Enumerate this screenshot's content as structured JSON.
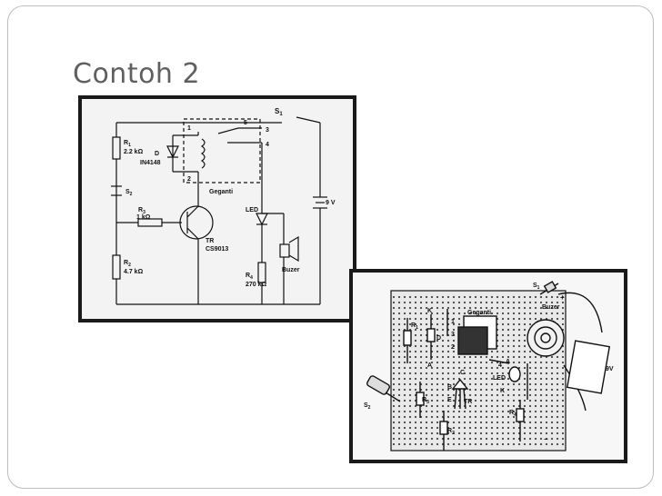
{
  "slide": {
    "title": "Contoh 2"
  },
  "schematic": {
    "labels": {
      "s1": "S",
      "s1_sub": "1",
      "relay_pin1": "1",
      "relay_pin2": "2",
      "relay_pin3": "3",
      "relay_pin4": "4",
      "relay_pin5": "5",
      "r1": "R",
      "r1_sub": "1",
      "r1_value": "2.2 kΩ",
      "d_label": "D",
      "d_part": "IN4148",
      "relay_name": "Geganti",
      "s2": "S",
      "s2_sub": "2",
      "battery": "9 V",
      "r3": "R",
      "r3_sub": "3",
      "r3_value": "1 kΩ",
      "led": "LED",
      "tr": "TR",
      "tr_part": "CS9013",
      "r2": "R",
      "r2_sub": "2",
      "r2_value": "4.7 kΩ",
      "buzzer": "Buzer",
      "r4": "R",
      "r4_sub": "4",
      "r4_value": "270 kΩ"
    }
  },
  "breadboard": {
    "labels": {
      "s1": "S",
      "s1_sub": "1",
      "buzzer": "Buzer",
      "relay_name": "Geganti",
      "k_top": "K",
      "r1": "R",
      "r1_sub": "1",
      "d": "D",
      "a_left": "A",
      "pin1": "1",
      "pin3": "3",
      "pin2": "2",
      "pin4": "4",
      "a_led": "A",
      "led": "LED",
      "k_led": "K",
      "c": "C",
      "b": "B",
      "e": "E",
      "tr": "TR",
      "r3": "R",
      "r3_sub": "3",
      "r2": "R",
      "r2_sub": "2",
      "r4": "R",
      "r4_sub": "4",
      "s2": "S",
      "s2_sub": "2",
      "battery": "9V",
      "plus": "+",
      "minus": "−"
    }
  }
}
